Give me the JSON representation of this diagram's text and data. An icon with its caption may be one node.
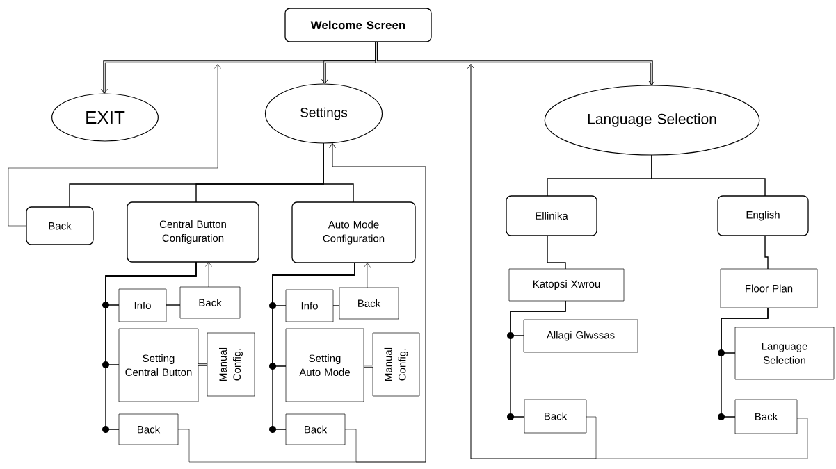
{
  "diagram": {
    "nodes": [
      {
        "text": [
          "Welcome Screen"
        ]
      },
      {
        "text": [
          "EXIT"
        ]
      },
      {
        "text": [
          "Settings"
        ]
      },
      {
        "text": [
          "Language Selection"
        ]
      },
      {
        "text": [
          "Back"
        ]
      },
      {
        "text": [
          "Central Button Configuration"
        ]
      },
      {
        "text": [
          "Auto Mode Configuration"
        ]
      },
      {
        "text": [
          "Ellinika"
        ]
      },
      {
        "text": [
          "English"
        ]
      },
      {
        "text": [
          "Info"
        ]
      },
      {
        "text": [
          "Back"
        ]
      },
      {
        "text": [
          "Setting Central Button"
        ]
      },
      {
        "text": [
          "Manual Config."
        ]
      },
      {
        "text": [
          "Back"
        ]
      },
      {
        "text": [
          "Info"
        ]
      },
      {
        "text": [
          "Back"
        ]
      },
      {
        "text": [
          "Setting Auto Mode"
        ]
      },
      {
        "text": [
          "Manual Config."
        ]
      },
      {
        "text": [
          "Back"
        ]
      },
      {
        "text": [
          "Katopsi Xwrou"
        ]
      },
      {
        "text": [
          "Allagi Glwssas"
        ]
      },
      {
        "text": [
          "Back"
        ]
      },
      {
        "text": [
          "Floor Plan"
        ]
      },
      {
        "text": [
          "Language Selection"
        ]
      },
      {
        "text": [
          "Back"
        ]
      }
    ],
    "edges": [
      {
        "from": 0,
        "to": 1,
        "arrow": "to",
        "style": "thick"
      },
      {
        "from": 0,
        "to": 2,
        "arrow": "to",
        "style": "thick"
      },
      {
        "from": 0,
        "to": 3,
        "arrow": "to",
        "style": "thick"
      },
      {
        "from": 4,
        "to": null,
        "arrow": "to"
      },
      {
        "from": 13,
        "to": 2,
        "arrow": "to"
      },
      {
        "from": 18,
        "to": 2,
        "arrow": "to"
      },
      {
        "from": 21,
        "to": null,
        "arrow": "to"
      },
      {
        "from": 24,
        "to": null,
        "arrow": "to"
      },
      {
        "from": 2,
        "to": 4,
        "arrow": "none"
      },
      {
        "from": 2,
        "to": 5,
        "arrow": "none"
      },
      {
        "from": 2,
        "to": 6,
        "arrow": "none"
      },
      {
        "from": 3,
        "to": 7,
        "arrow": "none"
      },
      {
        "from": 3,
        "to": 8,
        "arrow": "none"
      },
      {
        "from": 5,
        "to": 9,
        "arrow": "none"
      },
      {
        "from": 5,
        "to": 11,
        "arrow": "none"
      },
      {
        "from": 5,
        "to": 13,
        "arrow": "none"
      },
      {
        "from": 9,
        "to": 10,
        "arrow": "none"
      },
      {
        "from": 10,
        "to": 5,
        "arrow": "to"
      },
      {
        "from": 11,
        "to": 12,
        "arrow": "none",
        "style": "thick"
      },
      {
        "from": 6,
        "to": 14,
        "arrow": "none"
      },
      {
        "from": 6,
        "to": 16,
        "arrow": "none"
      },
      {
        "from": 6,
        "to": 18,
        "arrow": "none"
      },
      {
        "from": 14,
        "to": 15,
        "arrow": "none"
      },
      {
        "from": 15,
        "to": 6,
        "arrow": "to"
      },
      {
        "from": 16,
        "to": 17,
        "arrow": "none",
        "style": "thick"
      },
      {
        "from": 7,
        "to": 19,
        "arrow": "none"
      },
      {
        "from": 19,
        "to": 20,
        "arrow": "none"
      },
      {
        "from": 19,
        "to": 21,
        "arrow": "none"
      },
      {
        "from": 8,
        "to": 22,
        "arrow": "none"
      },
      {
        "from": 22,
        "to": 23,
        "arrow": "none"
      },
      {
        "from": 22,
        "to": 24,
        "arrow": "none"
      }
    ]
  }
}
